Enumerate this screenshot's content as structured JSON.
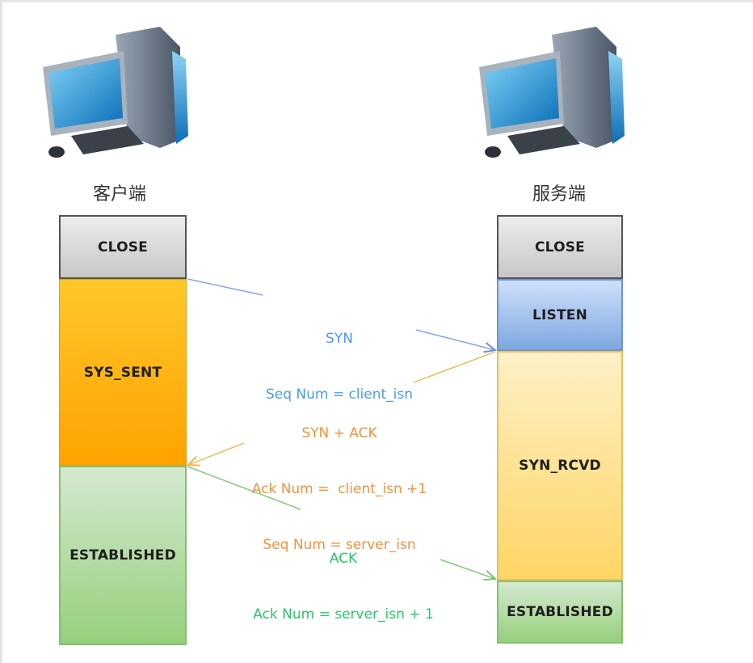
{
  "title": "TCP three-way handshake",
  "client": {
    "label": "客户端",
    "icon": "desktop-computer-icon",
    "states": [
      "CLOSE",
      "SYS_SENT",
      "ESTABLISHED"
    ]
  },
  "server": {
    "label": "服务端",
    "icon": "desktop-computer-icon",
    "states": [
      "CLOSE",
      "LISTEN",
      "SYN_RCVD",
      "ESTABLISHED"
    ]
  },
  "messages": [
    {
      "direction": "client-to-server",
      "color": "#4d9ae6",
      "lines": [
        "SYN",
        "Seq Num = client_isn"
      ]
    },
    {
      "direction": "server-to-client",
      "color": "#f0923a",
      "lines": [
        "SYN + ACK",
        "Ack Num =  client_isn +1",
        "Seq Num = server_isn"
      ]
    },
    {
      "direction": "client-to-server",
      "color": "#2dc46a",
      "lines": [
        "ACK",
        "Ack Num = server_isn + 1"
      ]
    }
  ],
  "colors": {
    "close": "#d6d6d6",
    "sys_sent": "#ffb10f",
    "established": "#b5dca6",
    "listen": "#9fbdee",
    "syn_rcvd": "#ffe08f"
  }
}
